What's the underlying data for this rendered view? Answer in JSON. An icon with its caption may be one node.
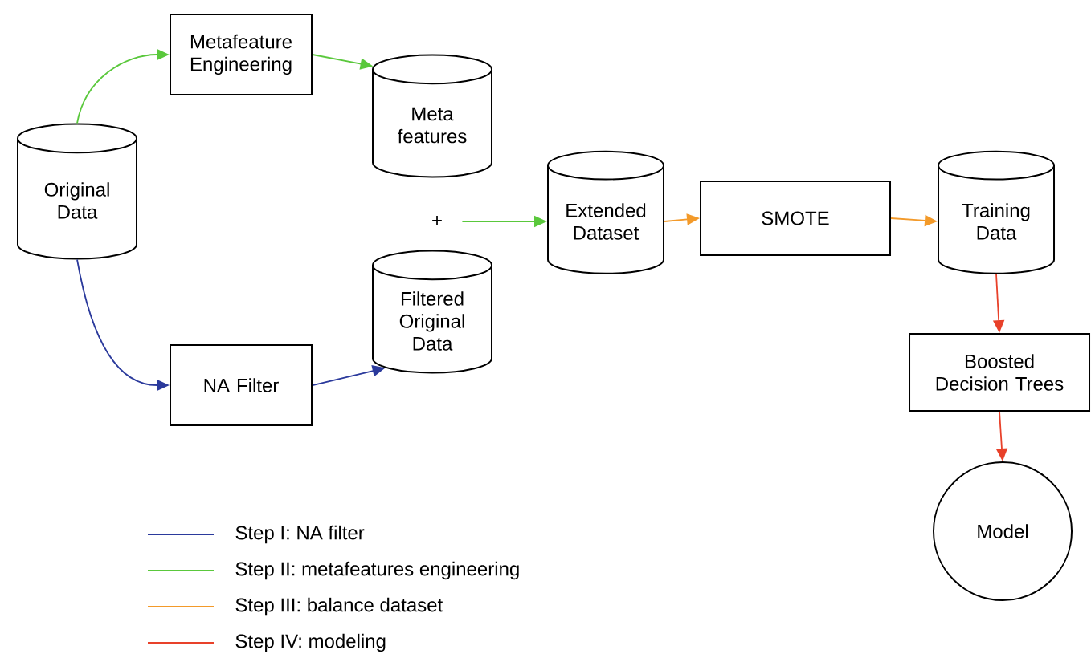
{
  "diagram": {
    "nodes": [
      {
        "text": [
          "Original Data"
        ]
      },
      {
        "text": [
          "Metafeature Engineering"
        ]
      },
      {
        "text": [
          "Meta features"
        ]
      },
      {
        "text": [
          "NA Filter"
        ]
      },
      {
        "text": [
          "Filtered Original Data"
        ]
      },
      {
        "text": [
          "+"
        ]
      },
      {
        "text": [
          "Extended Dataset"
        ]
      },
      {
        "text": [
          "SMOTE"
        ]
      },
      {
        "text": [
          "Training Data"
        ]
      },
      {
        "text": [
          "Boosted Decision Trees"
        ]
      },
      {
        "text": [
          "Model"
        ]
      }
    ],
    "edges": [
      {
        "from": 0,
        "to": 1,
        "arrow": "to",
        "color": "#5ac83c"
      },
      {
        "from": 1,
        "to": 2,
        "arrow": "to",
        "color": "#5ac83c"
      },
      {
        "from": 0,
        "to": 3,
        "arrow": "to",
        "color": "#2b3a9c"
      },
      {
        "from": 3,
        "to": 4,
        "arrow": "to",
        "color": "#2b3a9c"
      },
      {
        "from": 5,
        "to": 6,
        "arrow": "to",
        "color": "#5ac83c"
      },
      {
        "from": 6,
        "to": 7,
        "arrow": "to",
        "color": "#f39a2a"
      },
      {
        "from": 7,
        "to": 8,
        "arrow": "to",
        "color": "#f39a2a"
      },
      {
        "from": 8,
        "to": 9,
        "arrow": "to",
        "color": "#e8412a"
      },
      {
        "from": 9,
        "to": 10,
        "arrow": "to",
        "color": "#e8412a"
      }
    ],
    "legend": [
      {
        "text": "Step I: NA filter"
      },
      {
        "text": "Step II: metafeatures engineering"
      },
      {
        "text": "Step III: balance dataset"
      },
      {
        "text": "Step IV: modeling"
      }
    ]
  }
}
